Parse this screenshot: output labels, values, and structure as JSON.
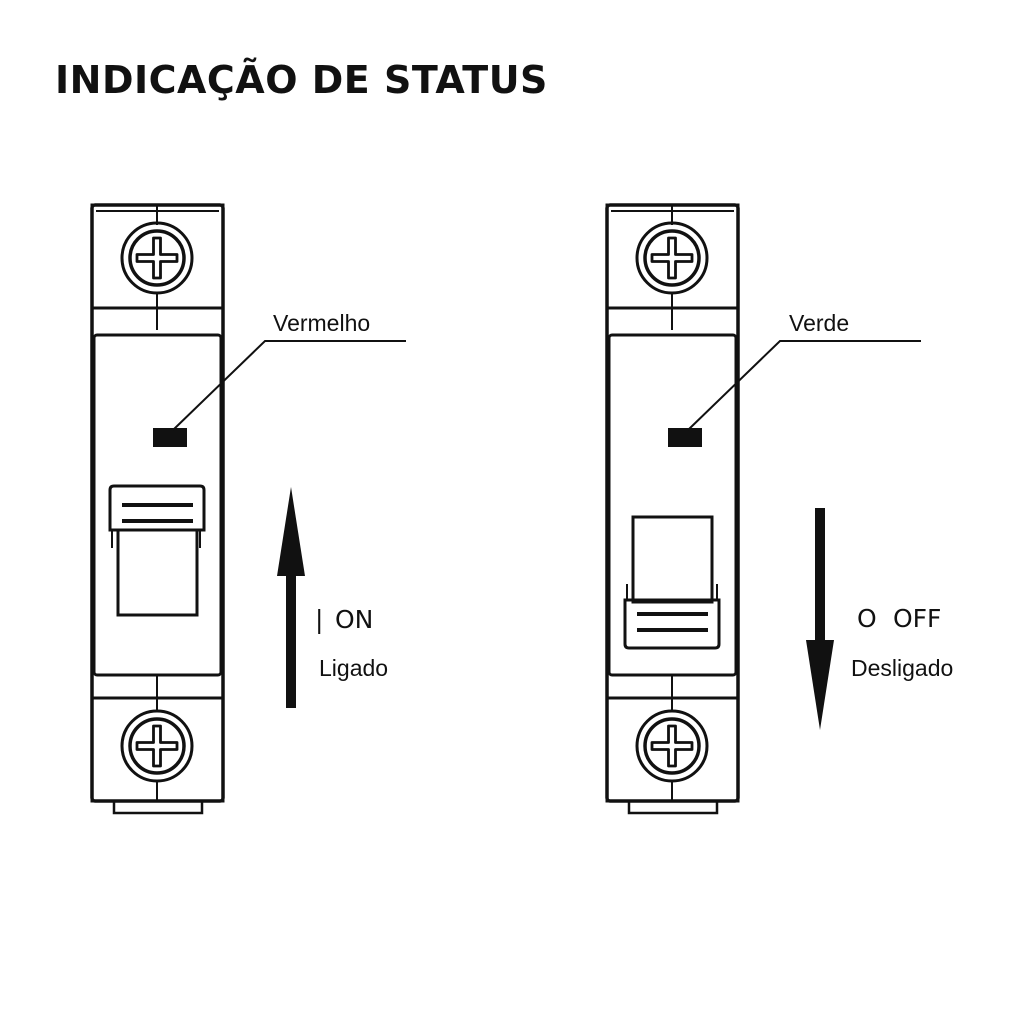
{
  "title": "INDICAÇÃO DE STATUS",
  "breakers": [
    {
      "indicator_label": "Vermelho",
      "state_symbol": "|",
      "state_code": "ON",
      "state_text": "Ligado",
      "arrow": "up"
    },
    {
      "indicator_label": "Verde",
      "state_symbol": "O",
      "state_code": "OFF",
      "state_text": "Desligado",
      "arrow": "down"
    }
  ],
  "colors": {
    "line": "#111111",
    "background": "#ffffff"
  }
}
